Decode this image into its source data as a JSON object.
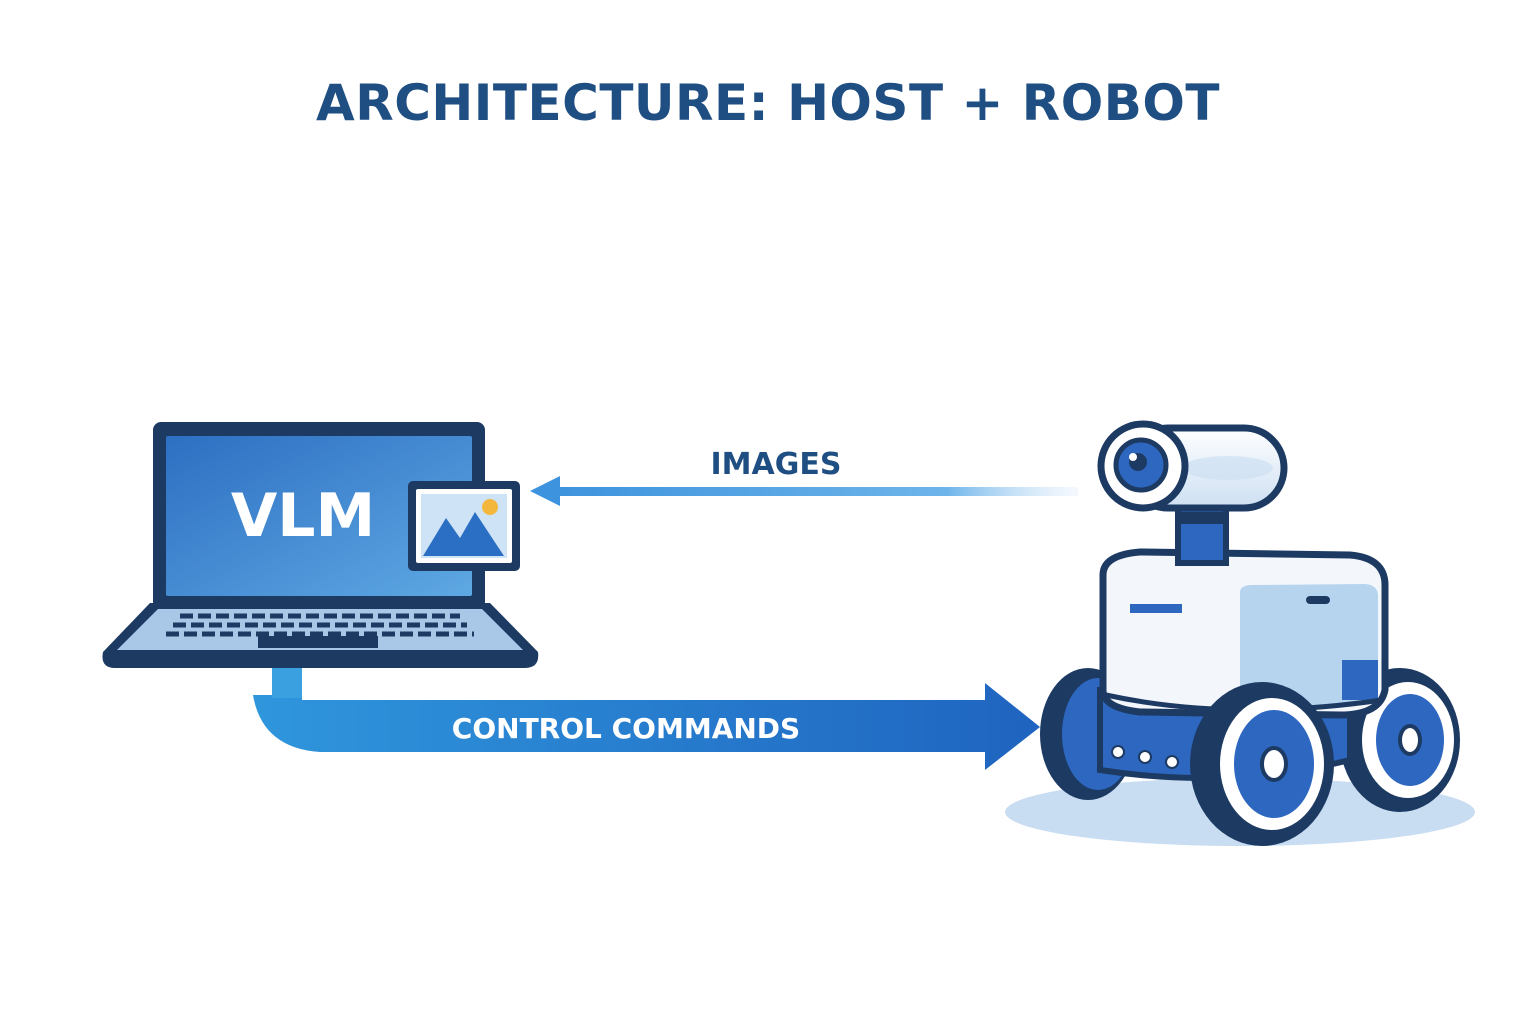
{
  "title": "ARCHITECTURE: HOST + ROBOT",
  "laptop": {
    "screen_label": "VLM",
    "image_icon": "image-icon"
  },
  "flows": {
    "images_label": "IMAGES",
    "control_label": "CONTROL COMMANDS"
  },
  "colors": {
    "title": "#1f4e82",
    "outline": "#1d3a63",
    "primary_blue": "#2a73c8",
    "light_blue": "#5aa9e6",
    "pale_blue": "#b7d4ef",
    "robot_body": "#f3f6fb"
  }
}
